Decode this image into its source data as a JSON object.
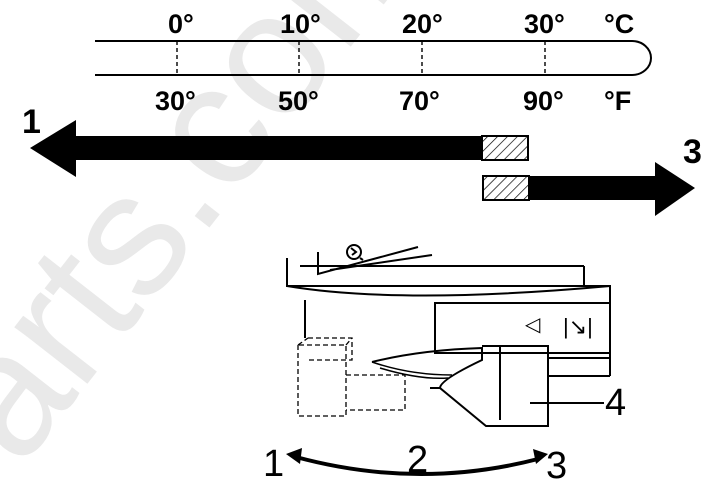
{
  "watermark": "arts.com",
  "thermometer": {
    "celsius_ticks": [
      "0°",
      "10°",
      "20°",
      "30°"
    ],
    "celsius_unit": "°C",
    "fahrenheit_ticks": [
      "30°",
      "50°",
      "70°",
      "90°"
    ],
    "fahrenheit_unit": "°F"
  },
  "arrows": {
    "left_label": "1",
    "right_label": "3"
  },
  "dial": {
    "right_symbol": "|↘|",
    "left_symbol": "◁",
    "callout_label": "4"
  },
  "rotation": {
    "left_label": "1",
    "middle_label": "2",
    "right_label": "3"
  },
  "colors": {
    "ink": "#000000",
    "watermark": "#e9e9e9",
    "background": "#ffffff"
  }
}
